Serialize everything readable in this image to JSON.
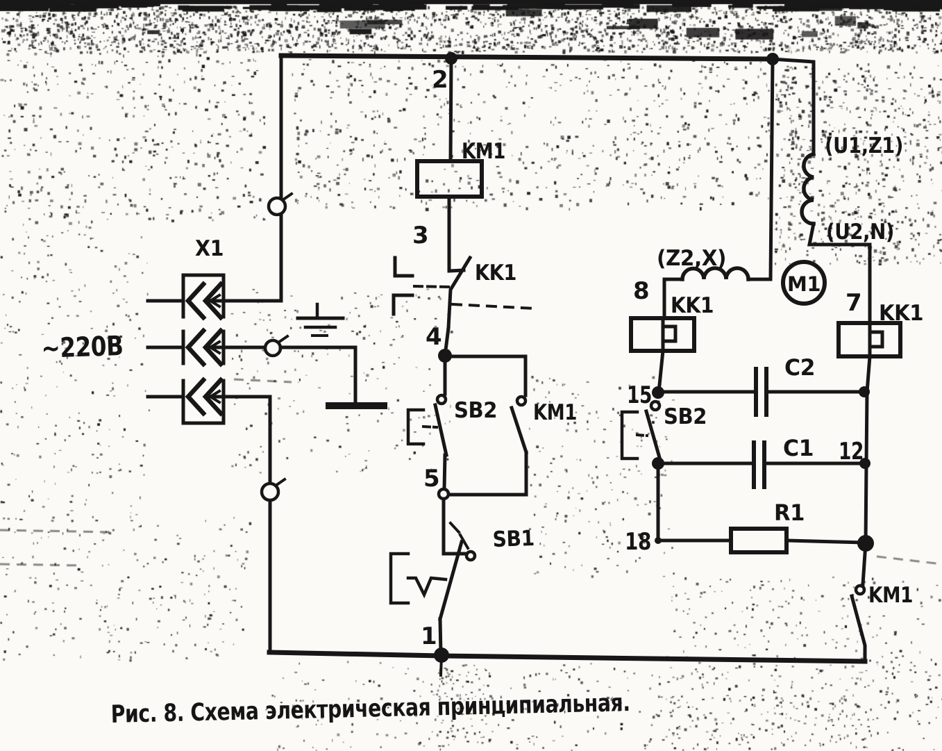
{
  "figure_caption": "Рис. 8. Схема электрическая принципиальная.",
  "supply": {
    "voltage": "~220В",
    "connector": "X1"
  },
  "components": {
    "contactor_coil": "KM1",
    "thermal_contact": "KK1",
    "start_button": "SB2",
    "seal_in_contact": "KM1",
    "stop_button": "SB1",
    "aux_winding": "(Z2,X)",
    "main_winding_start": "(U1,Z1)",
    "main_winding_end": "(U2,N)",
    "motor": "M1",
    "thermal_heater_aux": "KK1",
    "thermal_heater_main": "KK1",
    "cap_button": "SB2",
    "capacitor_c2": "C2",
    "capacitor_c1": "C1",
    "resistor_r1": "R1",
    "power_contact": "KM1"
  },
  "nodes": {
    "n1": "1",
    "n2": "2",
    "n3": "3",
    "n4": "4",
    "n5": "5",
    "n7": "7",
    "n8": "8",
    "n12": "12",
    "n15": "15",
    "n18": "18"
  }
}
